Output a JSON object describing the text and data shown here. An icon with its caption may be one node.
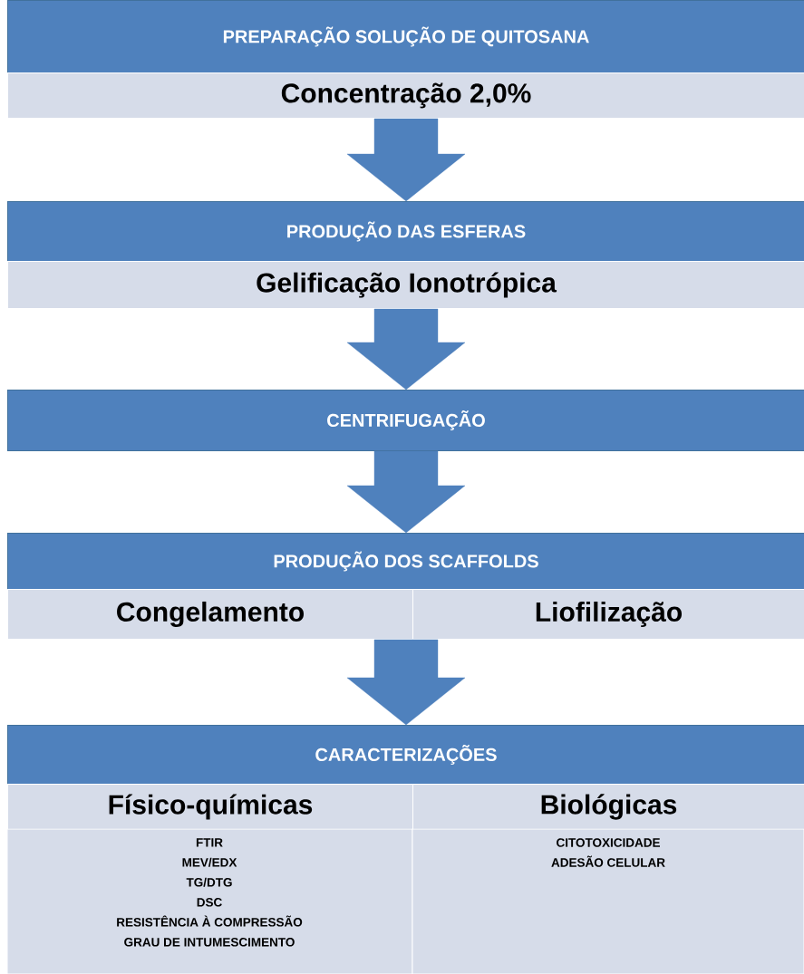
{
  "diagram": {
    "nodes": [
      {
        "text": [
          "PREPARAÇÃO SOLUÇÃO DE QUITOSANA"
        ]
      },
      {
        "text": [
          "Concentração 2,0%"
        ]
      },
      {
        "text": [
          "PRODUÇÃO DAS ESFERAS"
        ]
      },
      {
        "text": [
          "Gelificação Ionotrópica"
        ]
      },
      {
        "text": [
          "CENTRIFUGAÇÃO"
        ]
      },
      {
        "text": [
          "PRODUÇÃO DOS SCAFFOLDS"
        ]
      },
      {
        "text": [
          "Congelamento"
        ]
      },
      {
        "text": [
          "Liofilização"
        ]
      },
      {
        "text": [
          "CARACTERIZAÇÕES"
        ]
      },
      {
        "text": [
          "Físico-químicas"
        ]
      },
      {
        "text": [
          "Biológicas"
        ]
      },
      {
        "text": [
          "FTIR",
          "MEV/EDX",
          "TG/DTG",
          "DSC",
          "RESISTÊNCIA À COMPRESSÃO",
          "GRAU DE INTUMESCIMENTO"
        ]
      },
      {
        "text": [
          "CITOTOXICIDADE",
          "ADESÃO CELULAR"
        ]
      }
    ],
    "edges": [
      {
        "from": 1,
        "to": 2,
        "arrow": "to"
      },
      {
        "from": 3,
        "to": 4,
        "arrow": "to"
      },
      {
        "from": 4,
        "to": 5,
        "arrow": "to"
      },
      {
        "from": 6,
        "to": 8,
        "arrow": "to"
      }
    ]
  }
}
